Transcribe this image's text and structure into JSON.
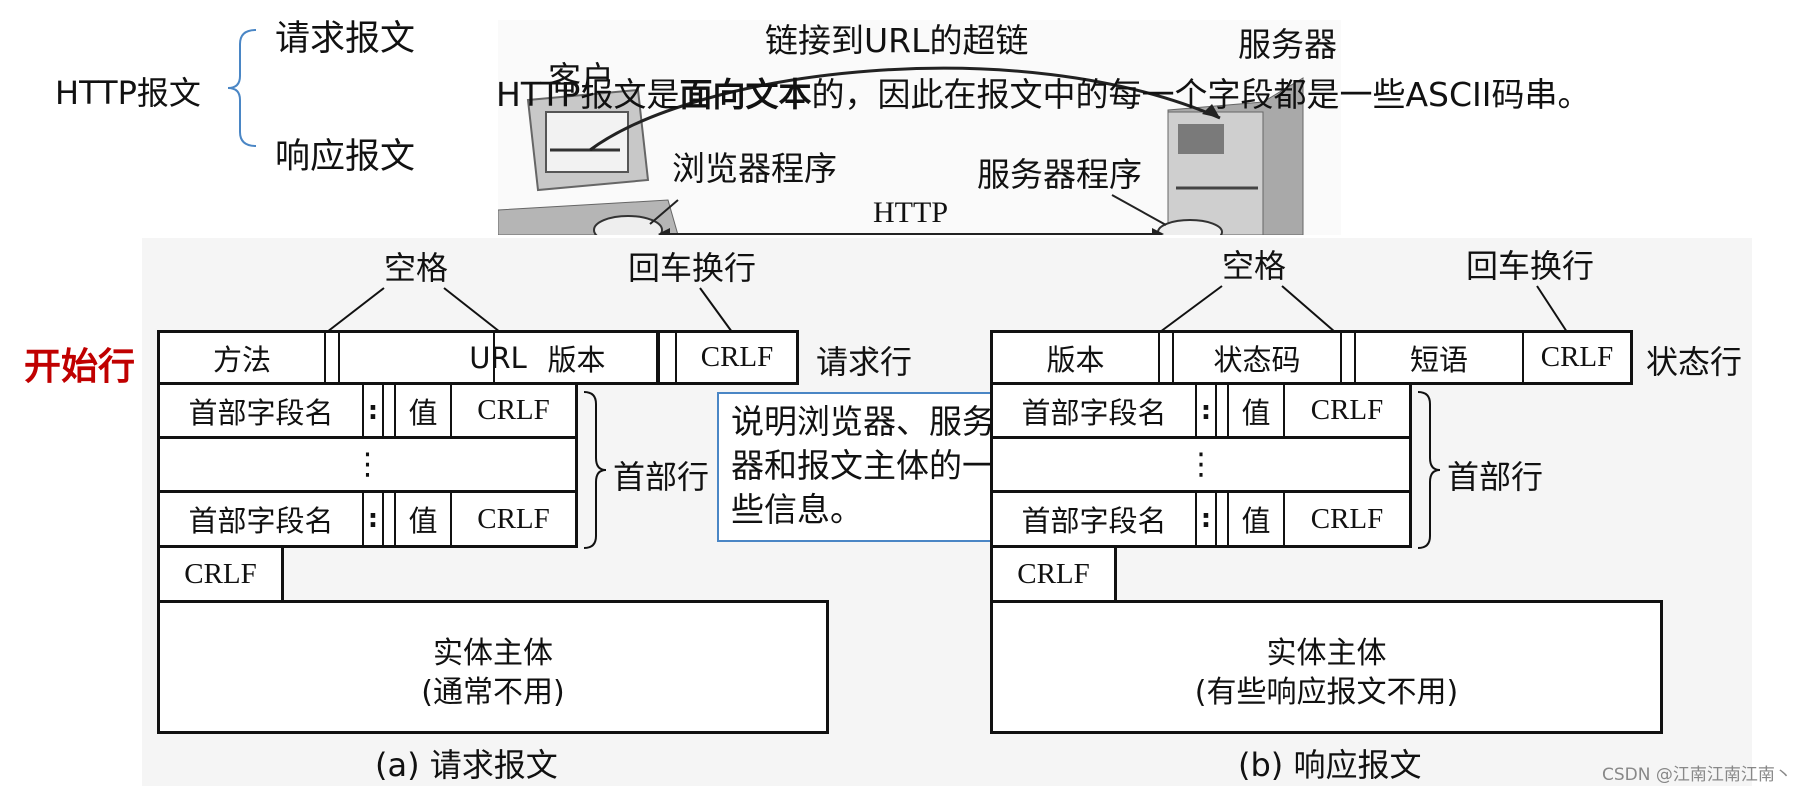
{
  "outline": {
    "root": "HTTP报文",
    "request": "请求报文",
    "response": "响应报文"
  },
  "illustration": {
    "headline_prefix": "HTTP报文是",
    "headline_bold": "面向文本",
    "headline_suffix": "的，因此在报文中的每一个字段都是一些ASCII码串。",
    "hyperlink_label": "链接到URL的超链",
    "server_label": "服务器",
    "client_label": "客户",
    "browser_label": "浏览器程序",
    "server_program_label": "服务器程序",
    "protocol_label": "HTTP"
  },
  "start_line_label": "开始行",
  "request": {
    "space_label": "空格",
    "crlf_label": "回车换行",
    "start_cells": [
      "方法",
      "URL",
      "版本",
      "CRLF"
    ],
    "start_row_name": "请求行",
    "header_field": "首部字段名",
    "colon": ":",
    "value": "值",
    "crlf": "CRLF",
    "ellipsis": "⋮",
    "header_rows_name": "首部行",
    "blank_crlf": "CRLF",
    "body_line1": "实体主体",
    "body_line2": "(通常不用)",
    "caption": "(a) 请求报文"
  },
  "response": {
    "space_label": "空格",
    "crlf_label": "回车换行",
    "start_cells": [
      "版本",
      "状态码",
      "短语",
      "CRLF"
    ],
    "start_row_name": "状态行",
    "header_field": "首部字段名",
    "colon": ":",
    "value": "值",
    "crlf": "CRLF",
    "ellipsis": "⋮",
    "header_rows_name": "首部行",
    "blank_crlf": "CRLF",
    "body_line1": "实体主体",
    "body_line2": "(有些响应报文不用)",
    "caption": "(b) 响应报文"
  },
  "note": "说明浏览器、服务器和报文主体的一些信息。",
  "watermark": "CSDN @江南江南江南丶",
  "colors": {
    "start_line_label": "#c00000",
    "note_border": "#4a86c5",
    "outline_brace": "#4a86c5"
  }
}
